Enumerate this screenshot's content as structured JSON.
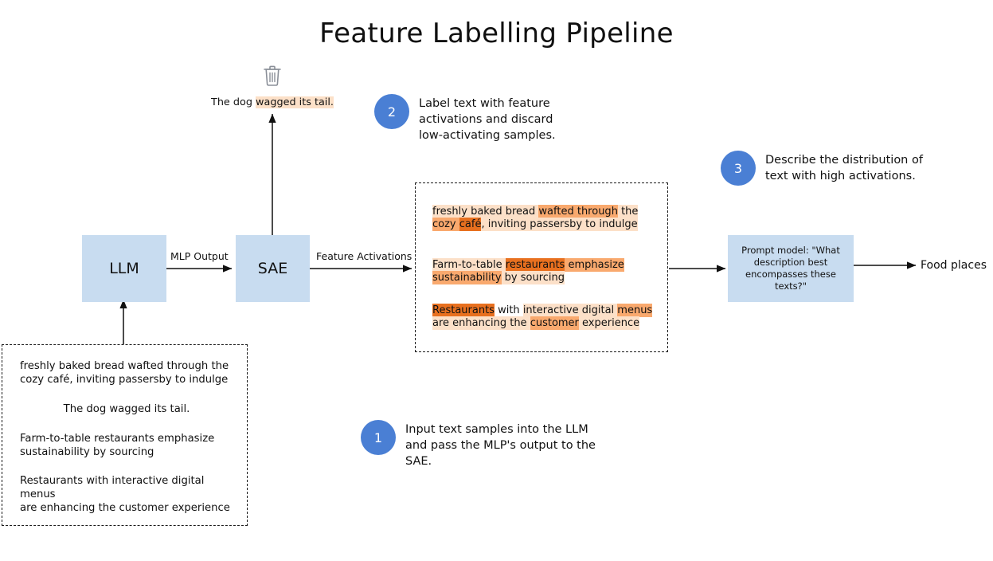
{
  "title": "Feature Labelling Pipeline",
  "colors": {
    "node_fill": "#c8dcf0",
    "step_circle": "#4a7fd4",
    "activation_low": "#fce0c8",
    "activation_mid": "#f9a96e",
    "activation_high": "#e8701f",
    "stroke": "#111111",
    "trash_icon": "#8a8f98"
  },
  "nodes": {
    "llm": "LLM",
    "sae": "SAE",
    "prompt_model": "Prompt model: \"What description best encompasses these texts?\"",
    "output": "Food places"
  },
  "edges": {
    "mlp_output": "MLP Output",
    "feature_activations": "Feature Activations"
  },
  "icons": {
    "trash": "trash-icon"
  },
  "discarded": {
    "text_plain": "The dog wagged its tail.",
    "tokens": [
      {
        "t": "The dog ",
        "act": 0
      },
      {
        "t": "wagged its tail.",
        "act": 1
      }
    ]
  },
  "steps": [
    {
      "number": "1",
      "text": "Input text samples into the LLM\nand pass the MLP's output to the\nSAE."
    },
    {
      "number": "2",
      "text": "Label text with feature\nactivations and discard\nlow-activating samples."
    },
    {
      "number": "3",
      "text": "Describe the distribution of\ntext with high activations."
    }
  ],
  "input_samples": [
    {
      "text": "freshly baked bread wafted through the\ncozy café, inviting passersby to indulge",
      "align": "left"
    },
    {
      "text": "The dog wagged its tail.",
      "align": "center"
    },
    {
      "text": "Farm-to-table restaurants emphasize\nsustainability by sourcing",
      "align": "left"
    },
    {
      "text": "Restaurants with interactive digital menus\nare enhancing the customer experience",
      "align": "left"
    }
  ],
  "activation_samples": [
    {
      "lines": [
        [
          {
            "t": "freshly baked bread ",
            "act": 1
          },
          {
            "t": "wafted through",
            "act": 2
          },
          {
            "t": " the",
            "act": 1
          }
        ],
        [
          {
            "t": "cozy ",
            "act": 2
          },
          {
            "t": "café",
            "act": 3
          },
          {
            "t": ", inviting passersby to indulge",
            "act": 1
          }
        ]
      ]
    },
    {
      "lines": [
        [
          {
            "t": "Farm-to-table ",
            "act": 1
          },
          {
            "t": "restaurants",
            "act": 3
          },
          {
            "t": " emphasize",
            "act": 2
          }
        ],
        [
          {
            "t": "sustainability",
            "act": 2
          },
          {
            "t": " by sourcing",
            "act": 1
          }
        ]
      ]
    },
    {
      "lines": [
        [
          {
            "t": "Restaurants",
            "act": 3
          },
          {
            "t": " with ",
            "act": 0
          },
          {
            "t": "interactive digital ",
            "act": 1
          },
          {
            "t": "menus",
            "act": 2
          }
        ],
        [
          {
            "t": "are enhancing the ",
            "act": 1
          },
          {
            "t": "customer",
            "act": 2
          },
          {
            "t": " experience",
            "act": 1
          }
        ]
      ]
    }
  ]
}
